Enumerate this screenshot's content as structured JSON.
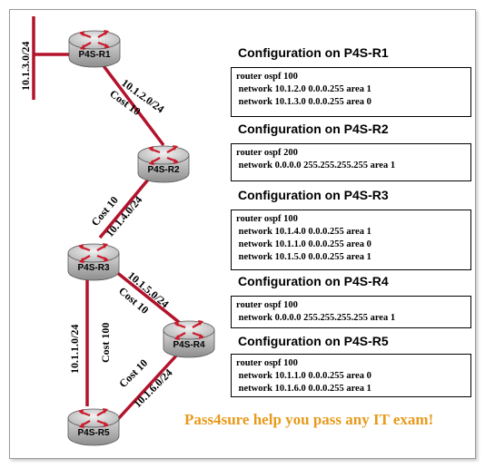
{
  "routers": {
    "r1": {
      "name": "P4S-R1"
    },
    "r2": {
      "name": "P4S-R2"
    },
    "r3": {
      "name": "P4S-R3"
    },
    "r4": {
      "name": "P4S-R4"
    },
    "r5": {
      "name": "P4S-R5"
    }
  },
  "links": {
    "lan_r1": {
      "network": "10.1.3.0/24"
    },
    "r1_r2": {
      "network": "10.1.2.0/24",
      "cost": "Cost 10"
    },
    "r2_r3": {
      "network": "10.1.4.0/24",
      "cost": "Cost 10"
    },
    "r3_r4": {
      "network": "10.1.5.0/24",
      "cost": "Cost 10"
    },
    "r3_r5": {
      "network": "10.1.1.0/24",
      "cost": "Cost 100"
    },
    "r4_r5": {
      "network": "10.1.6.0/24",
      "cost": "Cost 10"
    }
  },
  "configs": [
    {
      "title": "Configuration on P4S-R1",
      "lines": [
        "router ospf 100",
        " network 10.1.2.0 0.0.0.255 area 1",
        " network 10.1.3.0 0.0.0.255 area 0"
      ]
    },
    {
      "title": "Configuration on P4S-R2",
      "lines": [
        "router ospf 200",
        " network 0.0.0.0 255.255.255.255 area 1"
      ]
    },
    {
      "title": "Configuration on P4S-R3",
      "lines": [
        "router ospf 100",
        " network 10.1.4.0 0.0.0.255 area 1",
        " network 10.1.1.0 0.0.0.255 area 0",
        " network 10.1.5.0 0.0.0.255 area 1"
      ]
    },
    {
      "title": "Configuration on P4S-R4",
      "lines": [
        "router ospf 100",
        " network 0.0.0.0 255.255.255.255 area 1"
      ]
    },
    {
      "title": "Configuration on P4S-R5",
      "lines": [
        "router ospf 100",
        " network 10.1.1.0 0.0.0.255 area 0",
        " network 10.1.6.0 0.0.0.255 area 1"
      ]
    }
  ],
  "banner": "Pass4sure help you pass any IT exam!",
  "colors": {
    "link": "#b3122b",
    "router_body": "#c9c9c9",
    "router_top": "#dedede",
    "banner": "#e79a1c"
  }
}
